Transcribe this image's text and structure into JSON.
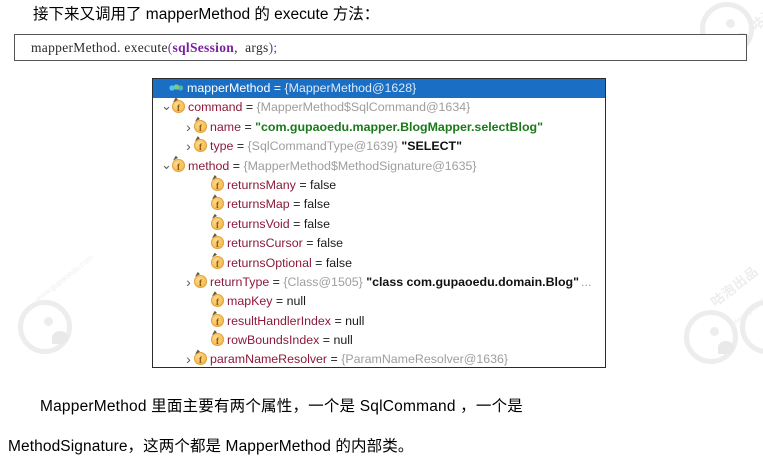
{
  "document": {
    "intro_line": "接下来又调用了 mapperMethod 的 execute 方法：",
    "code_line": {
      "prefix": "mapperMethod. execute",
      "paren_open": "(",
      "arg1": "sqlSession",
      "separator": ",  ",
      "arg2": "args",
      "paren_close": ")",
      "semicolon": ";"
    },
    "paragraph_line_1": "MapperMethod 里面主要有两个属性，一个是 SqlCommand ，一个是",
    "paragraph_line_2": "MethodSignature，这两个都是 MapperMethod 的内部类。"
  },
  "debugger": {
    "selected_row_bg": "#1a6fc4",
    "field_name_color": "#8b1a3a",
    "reference_color": "#9e9e9e",
    "string_value_color": "#1a7a1a",
    "rows": [
      {
        "indent": 0,
        "arrow": "",
        "icon": "variables-group-icon",
        "name": "mapperMethod",
        "equals": " = ",
        "ref": "{MapperMethod@1628}",
        "value": "",
        "ellipsis": "",
        "selected": true,
        "expanded": false
      },
      {
        "indent": 1,
        "arrow": "chevron-down",
        "icon": "field-icon",
        "name": "command",
        "equals": " = ",
        "ref": "{MapperMethod$SqlCommand@1634}",
        "value": "",
        "ellipsis": "",
        "selected": false,
        "expanded": true
      },
      {
        "indent": 2,
        "arrow": "chevron-right",
        "icon": "field-icon",
        "name": "name",
        "equals": " = ",
        "ref": "",
        "value": "\"com.gupaoedu.mapper.BlogMapper.selectBlog\"",
        "value_style": "string",
        "ellipsis": "",
        "selected": false,
        "expanded": false
      },
      {
        "indent": 2,
        "arrow": "chevron-right",
        "icon": "field-icon",
        "name": "type",
        "equals": " = ",
        "ref": "{SqlCommandType@1639}",
        "value": "\"SELECT\"",
        "value_style": "dark-bold",
        "ellipsis": "",
        "selected": false,
        "expanded": false
      },
      {
        "indent": 1,
        "arrow": "chevron-down",
        "icon": "field-icon",
        "name": "method",
        "equals": " = ",
        "ref": "{MapperMethod$MethodSignature@1635}",
        "value": "",
        "ellipsis": "",
        "selected": false,
        "expanded": true
      },
      {
        "indent": 3,
        "arrow": "",
        "icon": "field-icon",
        "name": "returnsMany",
        "equals": " = ",
        "ref": "",
        "value": "false",
        "value_style": "plain",
        "ellipsis": "",
        "selected": false,
        "expanded": false
      },
      {
        "indent": 3,
        "arrow": "",
        "icon": "field-icon",
        "name": "returnsMap",
        "equals": " = ",
        "ref": "",
        "value": "false",
        "value_style": "plain",
        "ellipsis": "",
        "selected": false,
        "expanded": false
      },
      {
        "indent": 3,
        "arrow": "",
        "icon": "field-icon",
        "name": "returnsVoid",
        "equals": " = ",
        "ref": "",
        "value": "false",
        "value_style": "plain",
        "ellipsis": "",
        "selected": false,
        "expanded": false
      },
      {
        "indent": 3,
        "arrow": "",
        "icon": "field-icon",
        "name": "returnsCursor",
        "equals": " = ",
        "ref": "",
        "value": "false",
        "value_style": "plain",
        "ellipsis": "",
        "selected": false,
        "expanded": false
      },
      {
        "indent": 3,
        "arrow": "",
        "icon": "field-icon",
        "name": "returnsOptional",
        "equals": " = ",
        "ref": "",
        "value": "false",
        "value_style": "plain",
        "ellipsis": "",
        "selected": false,
        "expanded": false
      },
      {
        "indent": 2,
        "arrow": "chevron-right",
        "icon": "field-icon",
        "name": "returnType",
        "equals": " = ",
        "ref": "{Class@1505}",
        "value": "\"class com.gupaoedu.domain.Blog\"",
        "value_style": "dark-bold",
        "ellipsis": "...",
        "selected": false,
        "expanded": false
      },
      {
        "indent": 3,
        "arrow": "",
        "icon": "field-icon",
        "name": "mapKey",
        "equals": " = ",
        "ref": "",
        "value": "null",
        "value_style": "plain",
        "ellipsis": "",
        "selected": false,
        "expanded": false
      },
      {
        "indent": 3,
        "arrow": "",
        "icon": "field-icon",
        "name": "resultHandlerIndex",
        "equals": " = ",
        "ref": "",
        "value": "null",
        "value_style": "plain",
        "ellipsis": "",
        "selected": false,
        "expanded": false
      },
      {
        "indent": 3,
        "arrow": "",
        "icon": "field-icon",
        "name": "rowBoundsIndex",
        "equals": " = ",
        "ref": "",
        "value": "null",
        "value_style": "plain",
        "ellipsis": "",
        "selected": false,
        "expanded": false
      },
      {
        "indent": 2,
        "arrow": "chevron-right",
        "icon": "field-icon",
        "name": "paramNameResolver",
        "equals": " = ",
        "ref": "{ParamNameResolver@1636}",
        "value": "",
        "ellipsis": "",
        "selected": false,
        "expanded": false
      }
    ]
  },
  "watermark": {
    "text_main": "咕泡出品",
    "text_sub": "www.gupaoedu.com"
  }
}
